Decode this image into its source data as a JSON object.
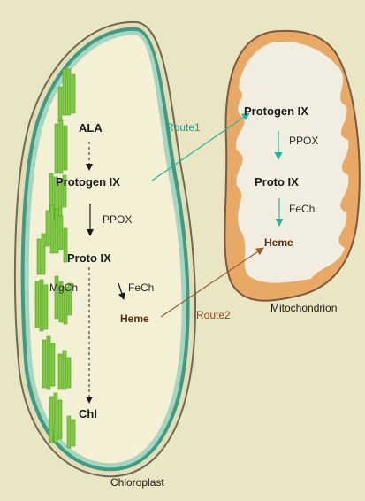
{
  "chloroplast": {
    "name": "Chloroplast",
    "ala": "ALA",
    "protogen": "Protogen IX",
    "ppox": "PPOX",
    "proto": "Proto IX",
    "mgch": "MgCh",
    "fech": "FeCh",
    "heme": "Heme",
    "chl": "Chl"
  },
  "mitochondrion": {
    "name": "Mitochondrion",
    "protogen": "Protogen IX",
    "ppox": "PPOX",
    "proto": "Proto IX",
    "fech": "FeCh",
    "heme": "Heme"
  },
  "routes": {
    "route1": "Route1",
    "route2": "Route2"
  },
  "colors": {
    "background": "#eae5c2",
    "chloroplast_stroma": "#f3f0d6",
    "chloroplast_envelope": "#3f9a86",
    "thylakoid": "#7ecb3f",
    "mitochondrion_matrix": "#f1ede0",
    "mitochondrion_membrane": "#e8a866",
    "route1_arrow": "#2bb3a0",
    "route2_arrow": "#9a5a30"
  }
}
